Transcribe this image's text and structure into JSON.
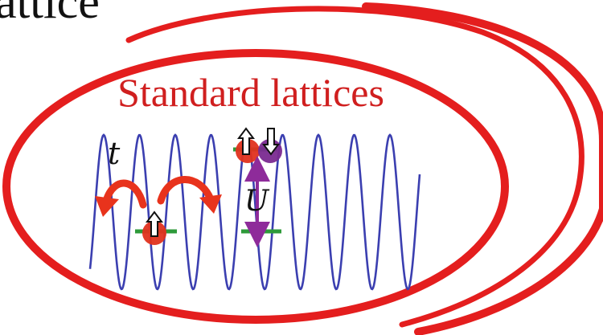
{
  "slide": {
    "cut_title": "attice",
    "inner_label": "Standard lattices",
    "symbols": {
      "tunneling": "t",
      "interaction": "U"
    }
  },
  "colors": {
    "outline": "#e41e1e",
    "wave": "#3b3fb0",
    "atom_red": "#e0321e",
    "atom_purple": "#7a2a90",
    "level_green": "#2e9a3a",
    "arrow_red": "#e8331c",
    "interaction_arrow": "#8e2b9a",
    "text_red": "#d01f1f"
  },
  "icons": {
    "spin_up": "spin-up-arrow-icon",
    "spin_down": "spin-down-arrow-icon",
    "hop_left": "curved-hop-left-arrow-icon",
    "hop_right": "curved-hop-right-arrow-icon"
  }
}
